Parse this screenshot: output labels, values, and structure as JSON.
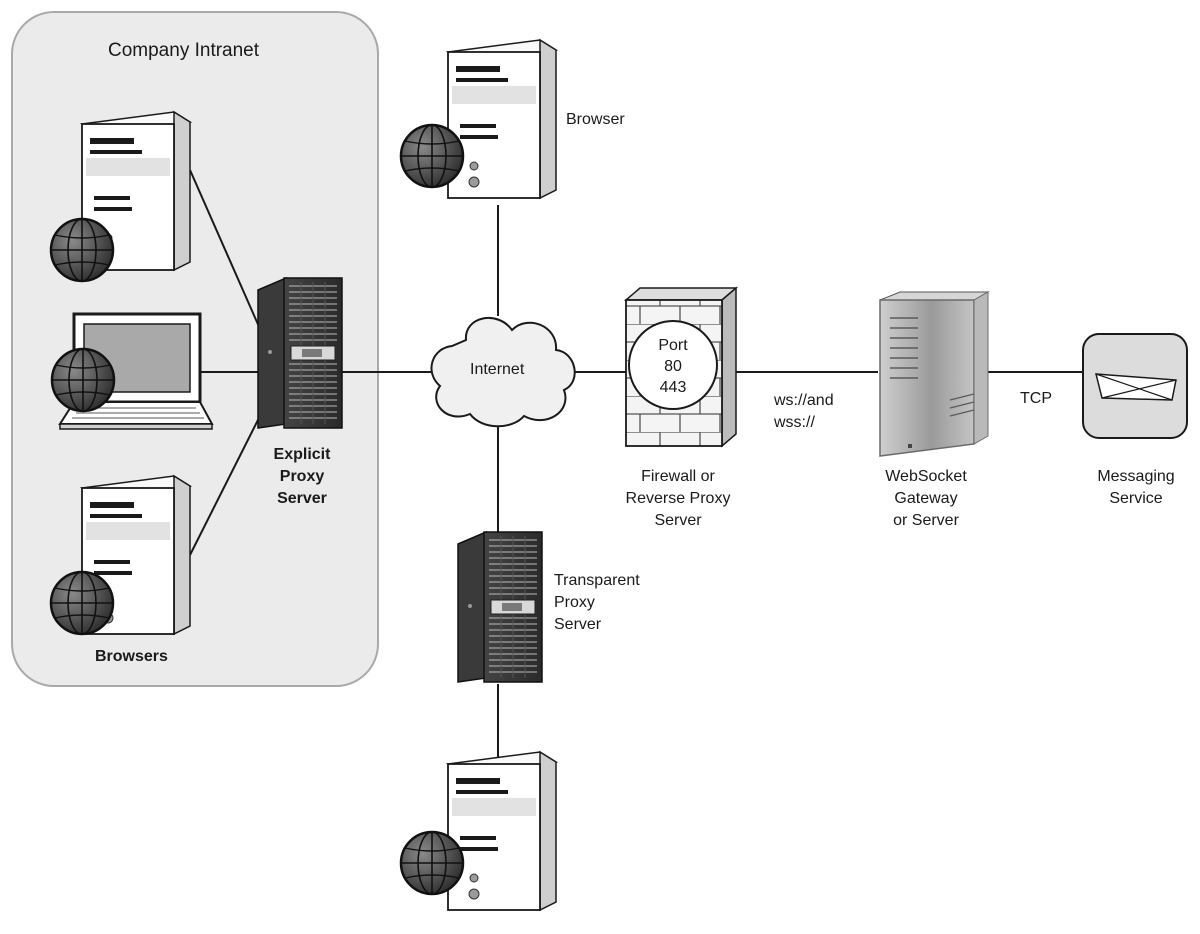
{
  "intranet": {
    "title": "Company Intranet"
  },
  "labels": {
    "browsers": "Browsers",
    "explicit_proxy": [
      "Explicit",
      "Proxy",
      "Server"
    ],
    "internet": "Internet",
    "browser_top": "Browser",
    "transparent_proxy": [
      "Transparent",
      "Proxy",
      "Server"
    ],
    "firewall_port": [
      "Port",
      "80",
      "443"
    ],
    "firewall": [
      "Firewall or",
      "Reverse Proxy",
      "Server"
    ],
    "ws_protocols": [
      "ws://and",
      "wss://"
    ],
    "gateway": [
      "WebSocket",
      "Gateway",
      "or Server"
    ],
    "tcp": "TCP",
    "messaging": [
      "Messaging",
      "Service"
    ]
  },
  "colors": {
    "background": "#ffffff",
    "intranet_fill": "#ebebeb",
    "stroke": "#1a1a1a"
  }
}
